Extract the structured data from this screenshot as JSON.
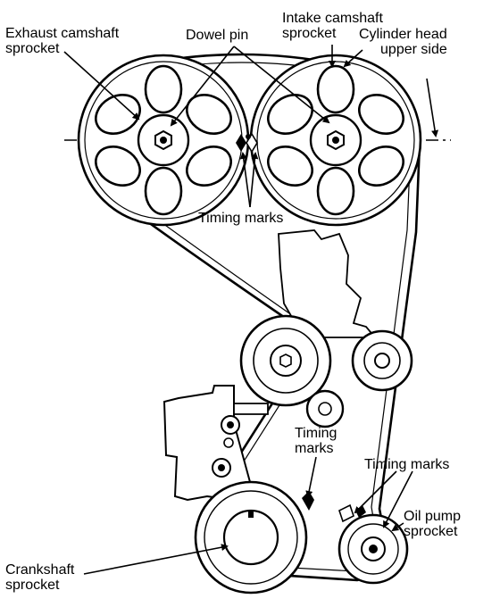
{
  "labels": {
    "exhaust_sprocket": [
      "Exhaust camshaft",
      "sprocket"
    ],
    "dowel_pin": "Dowel pin",
    "intake_sprocket": [
      "Intake camshaft",
      "sprocket"
    ],
    "cylinder_head": [
      "Cylinder head",
      "upper side"
    ],
    "timing_marks_top": "Timing marks",
    "timing_marks_mid": [
      "Timing",
      "marks"
    ],
    "timing_marks_right": "Timing marks",
    "oil_pump_sprocket": [
      "Oil pump",
      "sprocket"
    ],
    "crankshaft_sprocket": [
      "Crankshaft",
      "sprocket"
    ]
  },
  "colors": {
    "ink": "#000000",
    "paper": "#ffffff"
  }
}
